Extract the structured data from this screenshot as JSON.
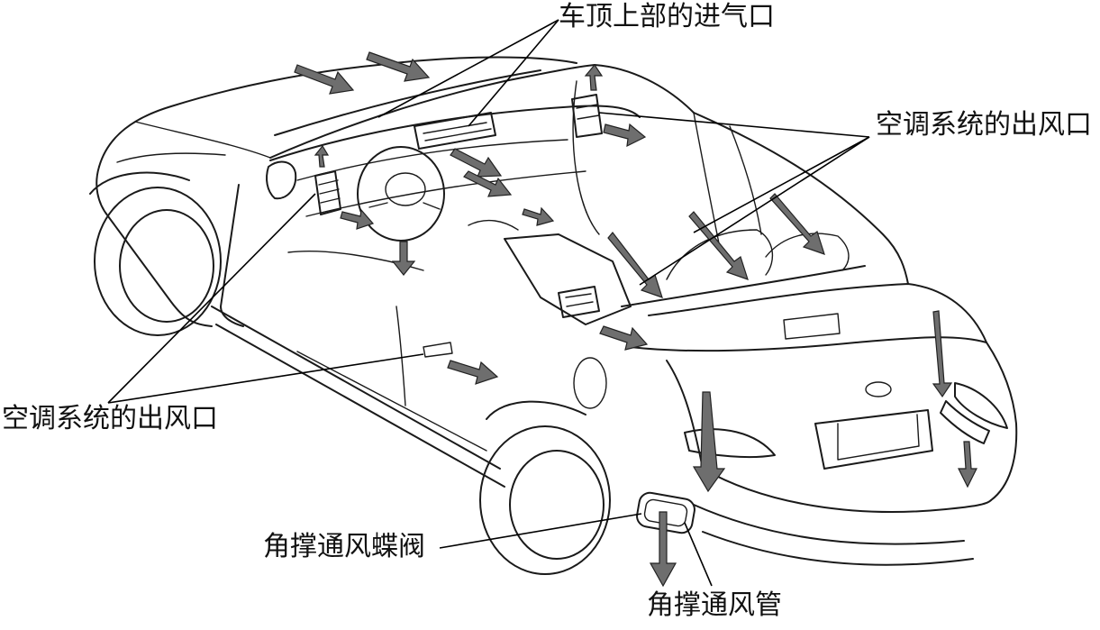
{
  "labels": {
    "roof_intake": "车顶上部的进气口",
    "ac_outlet_right": "空调系统的出风口",
    "ac_outlet_left": "空调系统的出风口",
    "corner_valve": "角撑通风蝶阀",
    "corner_duct": "角撑通风管"
  },
  "colors": {
    "arrow_fill": "#6e6e6e",
    "line": "#1a1a1a"
  }
}
